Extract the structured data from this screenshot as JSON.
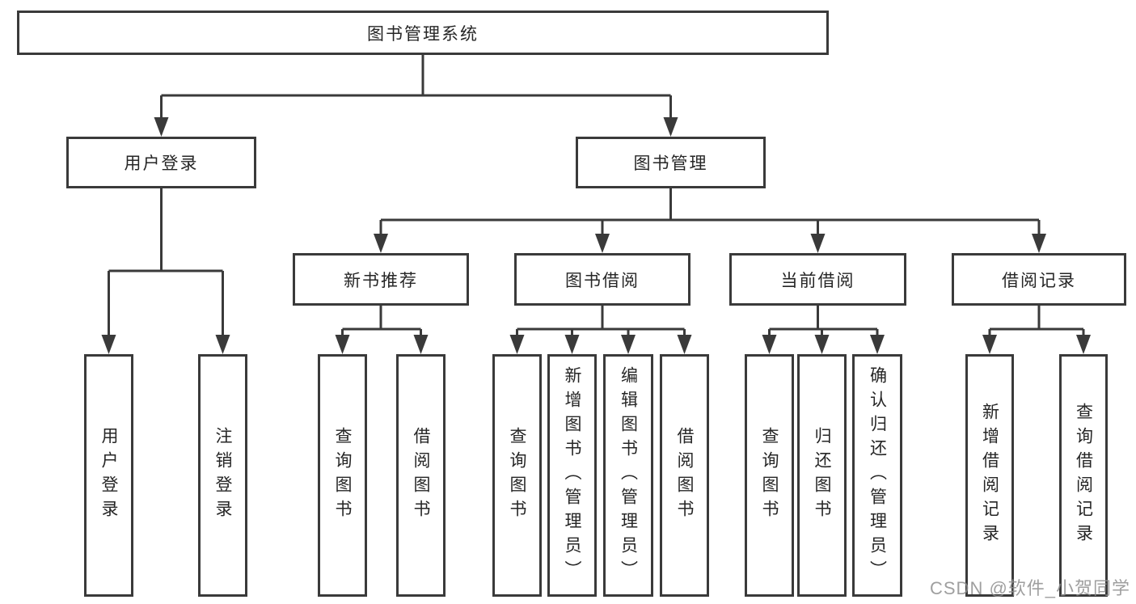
{
  "tree": {
    "root": {
      "label": "图书管理系统"
    },
    "children": [
      {
        "label": "用户登录",
        "children": [
          {
            "label": "用户登录"
          },
          {
            "label": "注销登录"
          }
        ]
      },
      {
        "label": "图书管理",
        "children": [
          {
            "label": "新书推荐",
            "children": [
              {
                "label": "查询图书"
              },
              {
                "label": "借阅图书"
              }
            ]
          },
          {
            "label": "图书借阅",
            "children": [
              {
                "label": "查询图书"
              },
              {
                "label": "新增图书（管理员）"
              },
              {
                "label": "编辑图书（管理员）"
              },
              {
                "label": "借阅图书"
              }
            ]
          },
          {
            "label": "当前借阅",
            "children": [
              {
                "label": "查询图书"
              },
              {
                "label": "归还图书"
              },
              {
                "label": "确认归还（管理员）"
              }
            ]
          },
          {
            "label": "借阅记录",
            "children": [
              {
                "label": "新增借阅记录"
              },
              {
                "label": "查询借阅记录"
              }
            ]
          }
        ]
      }
    ]
  },
  "watermark": {
    "text": "CSDN @软件_小贺同学"
  },
  "colors": {
    "line": "#3a3a3a",
    "border": "#3a3a3a",
    "background": "#ffffff",
    "text": "#262626",
    "watermark": "#8f8f8f"
  }
}
